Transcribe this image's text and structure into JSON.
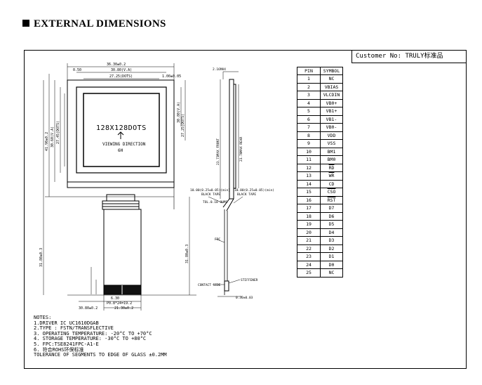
{
  "heading": "EXTERNAL DIMENSIONS",
  "customer": "Customer No: TRULY标准品",
  "front_view": {
    "display_text": "128X128DOTS",
    "viewing_label": "VIEWING DIRECTION",
    "viewing_value": "6H",
    "dim_top": "36.30±0.2",
    "dim_va": "30.80(V.A)",
    "dim_aa": "27.25(DOTS)",
    "dim_left": "41.90±0.2",
    "dim_left2": "30.60(V.A)",
    "dim_left3": "27.45(DOTS)",
    "dim_bottom_left": "31.80±0.3",
    "dim_bottom_right": "31.80±0.3",
    "dim_fpc_total": "30.80±0.2",
    "dim_fpc_right": "21.30±0.2",
    "dim_fpc_width": "6.30",
    "dim_pitch": "P0.8*24=19.2",
    "dim_small1": "0.50",
    "dim_small2": "1.00±0.05"
  },
  "side_view": {
    "top_dim": "2.16MAX",
    "front_label": "23.73MAX FRONT",
    "rear_label": "23.70MAX REAR",
    "black_tape_1": "BLACK TAPE",
    "black_tape_2": "BLACK TAPE",
    "tape_dim_1": "10.00(0.25±0.05)(min)",
    "tape_dim_2": "10.00(0.25±0.05)(min)",
    "tolerance_label": "TOL.0.10 OHMS",
    "fpc_label": "FPC",
    "stiffener_label": "STIFFENER",
    "contact_label": "CONTACT SIDE",
    "bottom_dim": "0.30±0.03"
  },
  "pin_table": {
    "headers": [
      "PIN",
      "SYMBOL"
    ],
    "rows": [
      [
        "1",
        "NC"
      ],
      [
        "2",
        "VBIAS"
      ],
      [
        "3",
        "VLCDIN"
      ],
      [
        "4",
        "VB0+"
      ],
      [
        "5",
        "VB1+"
      ],
      [
        "6",
        "VB1-"
      ],
      [
        "7",
        "VB0-"
      ],
      [
        "8",
        "VDD"
      ],
      [
        "9",
        "VSS"
      ],
      [
        "10",
        "BM1"
      ],
      [
        "11",
        "BM0"
      ],
      [
        "12",
        "RD"
      ],
      [
        "13",
        "WR"
      ],
      [
        "14",
        "CD"
      ],
      [
        "15",
        "CSO"
      ],
      [
        "16",
        "RST"
      ],
      [
        "17",
        "D7"
      ],
      [
        "18",
        "D6"
      ],
      [
        "19",
        "D5"
      ],
      [
        "20",
        "D4"
      ],
      [
        "21",
        "D3"
      ],
      [
        "22",
        "D2"
      ],
      [
        "23",
        "D1"
      ],
      [
        "24",
        "D0"
      ],
      [
        "25",
        "NC"
      ]
    ]
  },
  "notes": [
    "NOTES:",
    "1.DRIVER IC UC1610DGAB",
    "2.TYPE : FSTN/TRANSFLECTIVE",
    "3. OPERATING TEMPERATURE: -20°C TO +70°C",
    "4. STORAGE TEMPERATURE: -30°C TO +80°C",
    "5. FPC:TSE8241FPC-A1-E",
    "6. 符合ROHS环保标准",
    "TOLERANCE OF SEGMENTS TO EDGE OF GLASS ±0.2MM"
  ]
}
